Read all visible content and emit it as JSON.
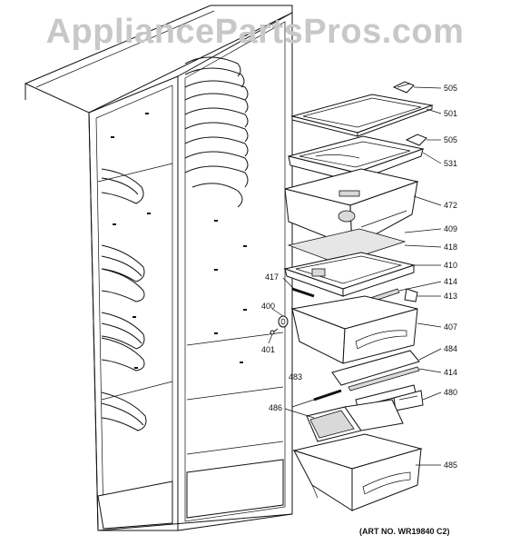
{
  "watermark": "AppliancePartsPros.com",
  "art_number": "(ART NO. WR19840 C2)",
  "callouts": [
    {
      "label": "505",
      "name": "callout-505-top"
    },
    {
      "label": "501",
      "name": "callout-501"
    },
    {
      "label": "505",
      "name": "callout-505-lower"
    },
    {
      "label": "531",
      "name": "callout-531"
    },
    {
      "label": "472",
      "name": "callout-472"
    },
    {
      "label": "409",
      "name": "callout-409"
    },
    {
      "label": "418",
      "name": "callout-418"
    },
    {
      "label": "410",
      "name": "callout-410"
    },
    {
      "label": "417",
      "name": "callout-417"
    },
    {
      "label": "414",
      "name": "callout-414-upper"
    },
    {
      "label": "413",
      "name": "callout-413"
    },
    {
      "label": "400",
      "name": "callout-400"
    },
    {
      "label": "407",
      "name": "callout-407"
    },
    {
      "label": "401",
      "name": "callout-401"
    },
    {
      "label": "484",
      "name": "callout-484"
    },
    {
      "label": "414",
      "name": "callout-414-lower"
    },
    {
      "label": "483",
      "name": "callout-483"
    },
    {
      "label": "480",
      "name": "callout-480"
    },
    {
      "label": "486",
      "name": "callout-486"
    },
    {
      "label": "485",
      "name": "callout-485"
    }
  ]
}
